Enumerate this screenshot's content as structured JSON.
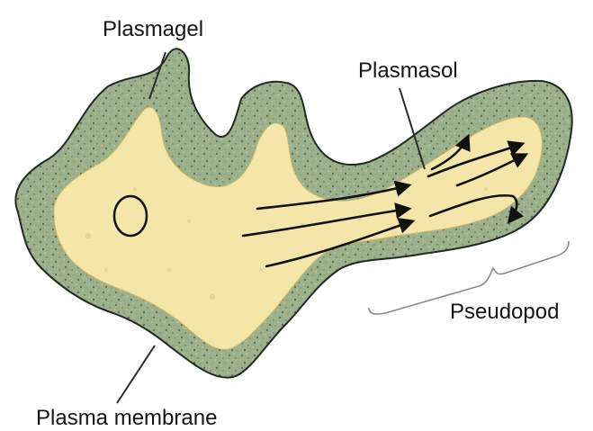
{
  "labels": {
    "plasmagel": "Plasmagel",
    "plasmasol": "Plasmasol",
    "pseudopod": "Pseudopod",
    "plasma_membrane": "Plasma membrane"
  },
  "colors": {
    "background": "#ffffff",
    "cell_outline": "#1f2a22",
    "ectoplasm_gel": "#9db08c",
    "ectoplasm_speckle": "#5f7358",
    "endoplasm_sol": "#f3e6a8",
    "arrows": "#111111",
    "leader_lines": "#2a2a2a",
    "bracket": "#8a8a8a"
  }
}
